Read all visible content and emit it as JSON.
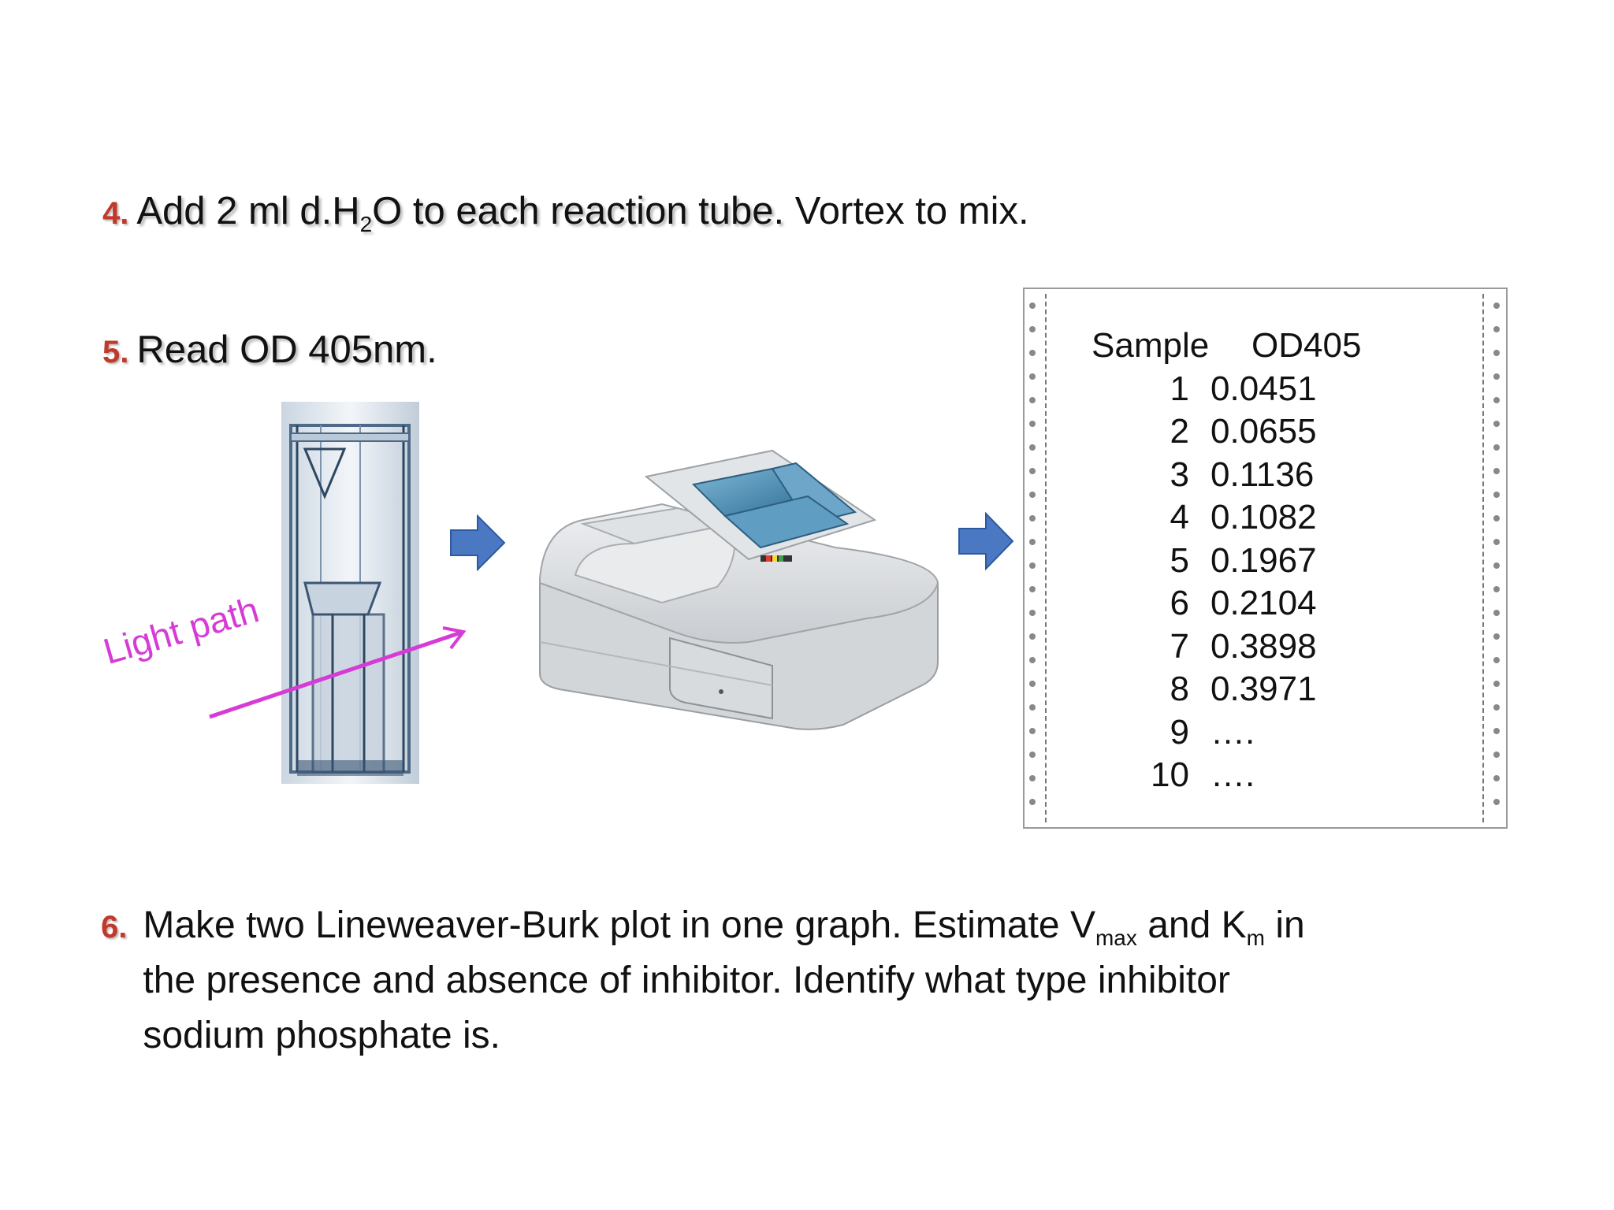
{
  "step4": {
    "number": "4.",
    "text_part1": "Add 2 ml d.H",
    "sub": "2",
    "text_part2": "O to each reaction tube.",
    "text_part3": " Vortex to mix."
  },
  "step5": {
    "number": "5.",
    "text": "Read OD 405nm",
    "period": "."
  },
  "cuvette": {
    "label": "Light path",
    "label_color": "#d63bd6"
  },
  "arrow_color": "#4a78c2",
  "printout": {
    "header_sample": "Sample",
    "header_od": "OD405",
    "rows": [
      {
        "sample": "1",
        "value": "0.0451"
      },
      {
        "sample": "2",
        "value": "0.0655"
      },
      {
        "sample": "3",
        "value": "0.1136"
      },
      {
        "sample": "4",
        "value": "0.1082"
      },
      {
        "sample": "5",
        "value": "0.1967"
      },
      {
        "sample": "6",
        "value": "0.2104"
      },
      {
        "sample": "7",
        "value": "0.3898"
      },
      {
        "sample": "8",
        "value": "0.3971"
      },
      {
        "sample": "9",
        "value": "…."
      },
      {
        "sample": "10",
        "value": "…."
      }
    ]
  },
  "step6": {
    "number": "6.",
    "line1_a": "Make two Lineweaver-Burk plot in one graph.  Estimate V",
    "line1_sub1": "max",
    "line1_b": " and K",
    "line1_sub2": "m",
    "line1_c": " in",
    "line2": "the presence and absence of inhibitor.  Identify what type inhibitor",
    "line3": "sodium phosphate is."
  }
}
